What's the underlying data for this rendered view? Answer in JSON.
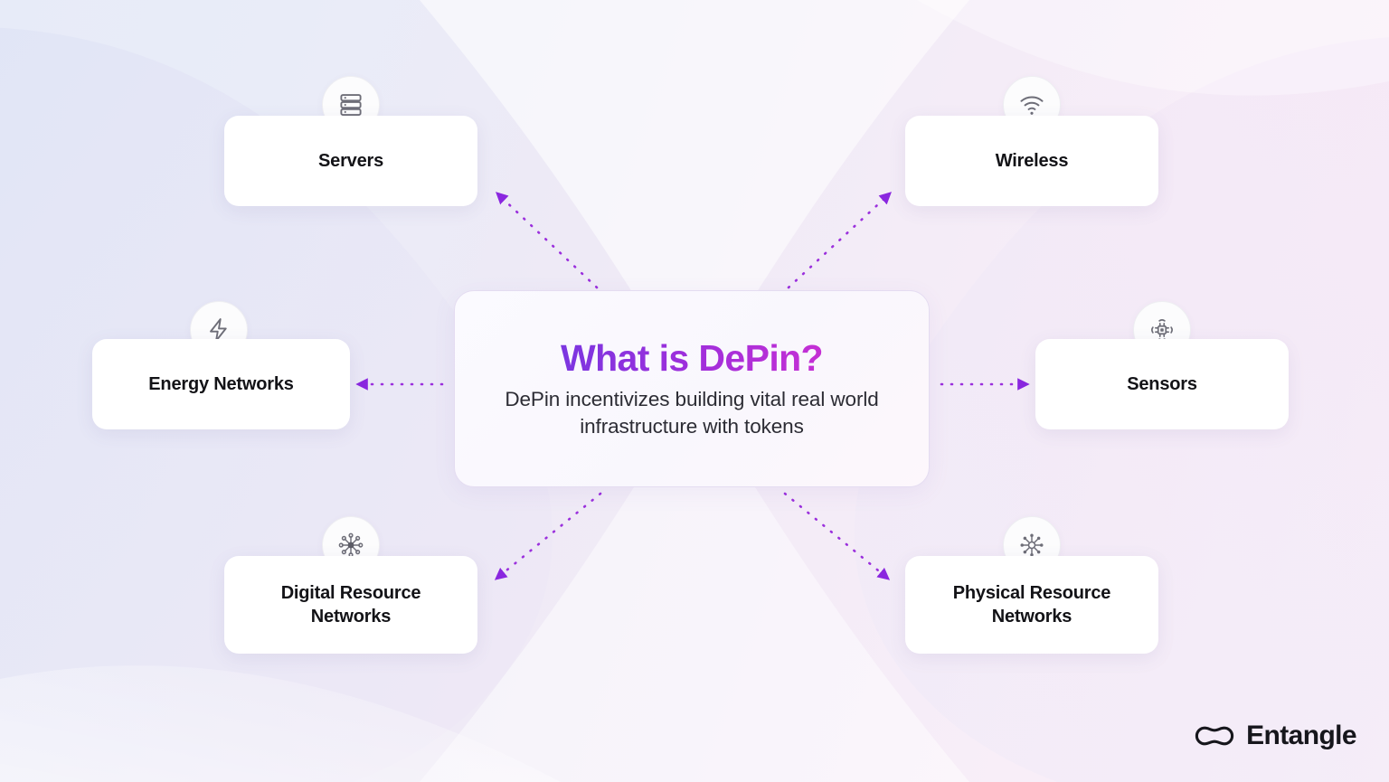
{
  "center": {
    "title": "What is DePin?",
    "subtitle": "DePin incentivizes building\nvital real world infrastructure\nwith tokens",
    "title_gradient_from": "#7b36e0",
    "title_gradient_to": "#c62fd4",
    "border_color": "#e4dcf1"
  },
  "nodes": [
    {
      "id": "servers",
      "label": "Servers",
      "icon": "server-rack-icon"
    },
    {
      "id": "wireless",
      "label": "Wireless",
      "icon": "wifi-icon"
    },
    {
      "id": "energy",
      "label": "Energy Networks",
      "icon": "lightning-bolt-icon"
    },
    {
      "id": "sensors",
      "label": "Sensors",
      "icon": "sensor-chip-icon"
    },
    {
      "id": "digital-resource",
      "label": "Digital Resource\nNetworks",
      "icon": "network-hub-filled-icon"
    },
    {
      "id": "physical-resource",
      "label": "Physical Resource\nNetworks",
      "icon": "network-hub-hollow-icon"
    }
  ],
  "connectors": [
    {
      "from": "center",
      "to": "servers",
      "style": "dotted",
      "direction": "up-left"
    },
    {
      "from": "center",
      "to": "wireless",
      "style": "dotted",
      "direction": "up-right"
    },
    {
      "from": "center",
      "to": "energy",
      "style": "dotted",
      "direction": "left"
    },
    {
      "from": "center",
      "to": "sensors",
      "style": "dotted",
      "direction": "right"
    },
    {
      "from": "center",
      "to": "digital-resource",
      "style": "dotted",
      "direction": "down-left"
    },
    {
      "from": "center",
      "to": "physical-resource",
      "style": "dotted",
      "direction": "down-right"
    }
  ],
  "brand": {
    "name": "Entangle",
    "mark": "infinity-icon"
  },
  "colors": {
    "accent_purple": "#8a2be2",
    "arrow": "#9b30dd",
    "card_bg": "#ffffff",
    "text_dark": "#131317",
    "bg_left": "#e7ebf8",
    "bg_right": "#fbf3fa"
  }
}
